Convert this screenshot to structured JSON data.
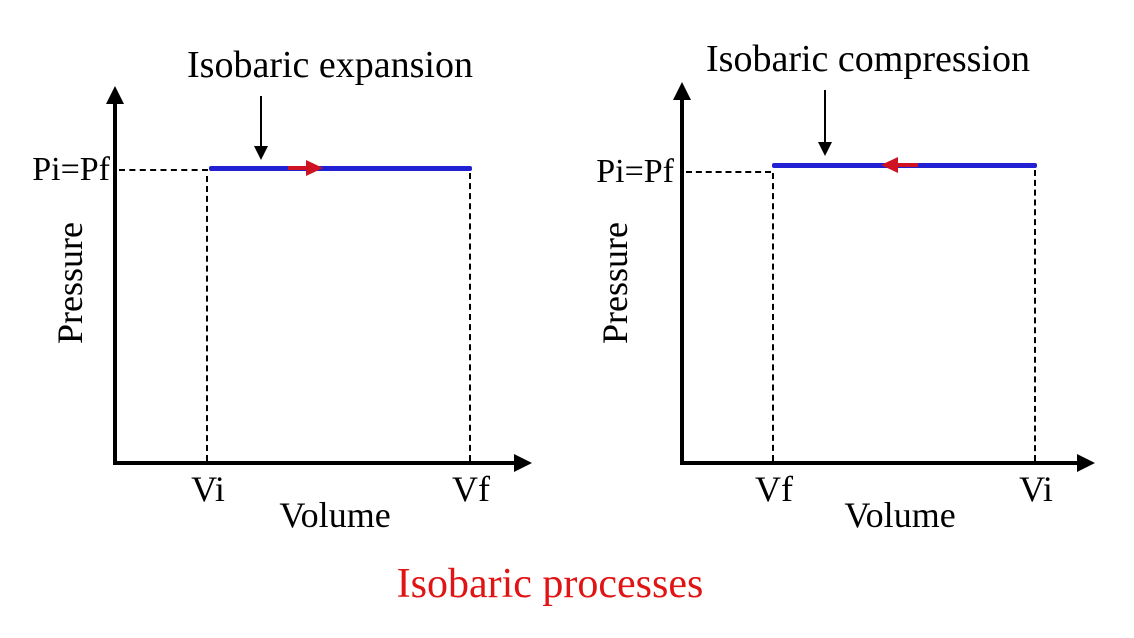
{
  "figure": {
    "caption": "Isobaric processes",
    "colors": {
      "line_blue": "#2121d3",
      "arrow_red": "#cf1222",
      "caption_red": "#e01414",
      "axis_black": "#000000"
    }
  },
  "graphs": [
    {
      "title": "Isobaric expansion",
      "y_axis_label": "Pressure",
      "x_axis_label": "Volume",
      "pressure_level_label": "Pi=Pf",
      "x_tick_left": "Vi",
      "x_tick_right": "Vf",
      "process_direction": "right"
    },
    {
      "title": "Isobaric compression",
      "y_axis_label": "Pressure",
      "x_axis_label": "Volume",
      "pressure_level_label": "Pi=Pf",
      "x_tick_left": "Vf",
      "x_tick_right": "Vi",
      "process_direction": "left"
    }
  ],
  "chart_data": [
    {
      "type": "line",
      "title": "Isobaric expansion",
      "xlabel": "Volume",
      "ylabel": "Pressure",
      "x_ticks": [
        "Vi",
        "Vf"
      ],
      "y_ticks": [
        "Pi=Pf"
      ],
      "series": [
        {
          "name": "isobar",
          "points": [
            {
              "x": "Vi",
              "y": "Pi=Pf"
            },
            {
              "x": "Vf",
              "y": "Pi=Pf"
            }
          ],
          "direction": "Vi to Vf (rightward arrow)"
        }
      ],
      "grid": false,
      "legend": false
    },
    {
      "type": "line",
      "title": "Isobaric compression",
      "xlabel": "Volume",
      "ylabel": "Pressure",
      "x_ticks": [
        "Vf",
        "Vi"
      ],
      "y_ticks": [
        "Pi=Pf"
      ],
      "series": [
        {
          "name": "isobar",
          "points": [
            {
              "x": "Vi",
              "y": "Pi=Pf"
            },
            {
              "x": "Vf",
              "y": "Pi=Pf"
            }
          ],
          "direction": "Vi to Vf (leftward arrow)"
        }
      ],
      "grid": false,
      "legend": false
    }
  ]
}
